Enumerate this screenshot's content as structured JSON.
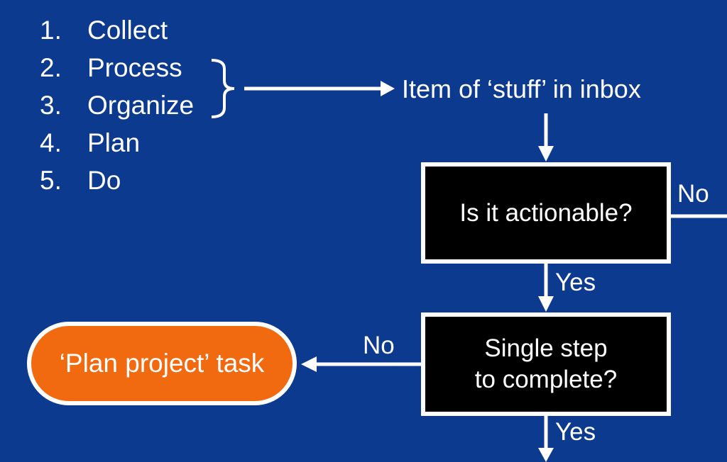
{
  "steps": [
    {
      "num": "1.",
      "label": "Collect"
    },
    {
      "num": "2.",
      "label": "Process"
    },
    {
      "num": "3.",
      "label": "Organize"
    },
    {
      "num": "4.",
      "label": "Plan"
    },
    {
      "num": "5.",
      "label": "Do"
    }
  ],
  "inbox_label": "Item of ‘stuff’ in inbox",
  "decision_actionable": {
    "question": "Is it actionable?",
    "no_label": "No",
    "yes_label": "Yes"
  },
  "decision_single_step": {
    "question_line1": "Single step",
    "question_line2": "to complete?",
    "no_label": "No",
    "yes_label": "Yes"
  },
  "plan_project_task": "‘Plan project’ task",
  "colors": {
    "background": "#0b3a8e",
    "decision_box": "#000000",
    "task_pill": "#f26a10",
    "lines": "#ffffff"
  }
}
